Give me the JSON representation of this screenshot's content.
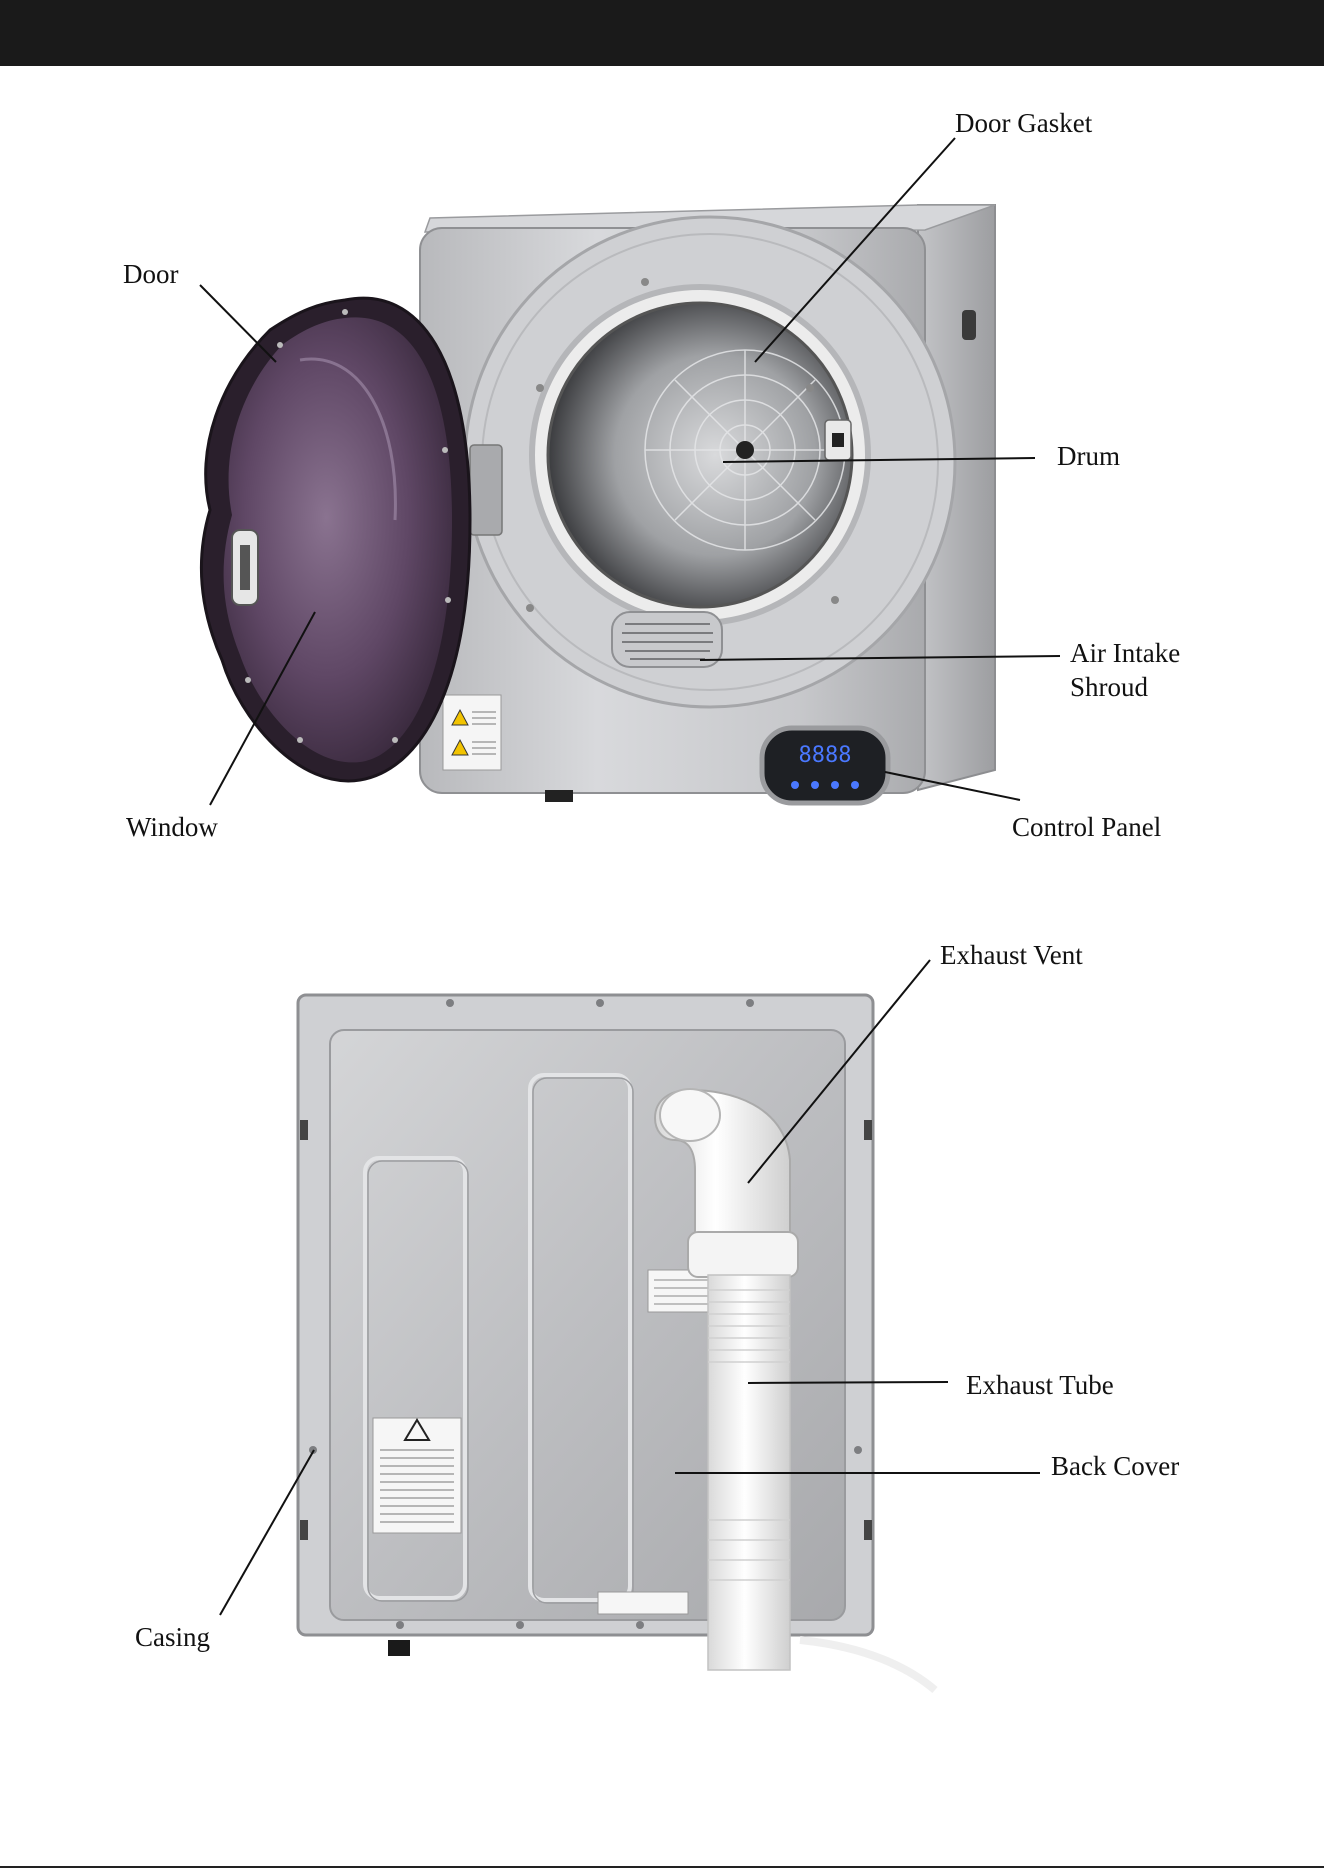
{
  "front_labels": {
    "door_gasket": "Door Gasket",
    "door": "Door",
    "drum": "Drum",
    "air_intake_line1": "Air Intake",
    "air_intake_line2": "Shroud",
    "window": "Window",
    "control_panel": "Control Panel"
  },
  "back_labels": {
    "exhaust_vent": "Exhaust Vent",
    "exhaust_tube": "Exhaust Tube",
    "back_cover": "Back Cover",
    "casing": "Casing"
  },
  "display": {
    "digits": "8888"
  },
  "colors": {
    "header": "#1a1a1a",
    "body_silver": "#c9cacd",
    "door_tint": "#5a3d5c",
    "panel_black": "#1e2024",
    "display_blue": "#4a78ff",
    "back_steel": "#bfc1c4",
    "tube_white": "#f2f2f2"
  }
}
